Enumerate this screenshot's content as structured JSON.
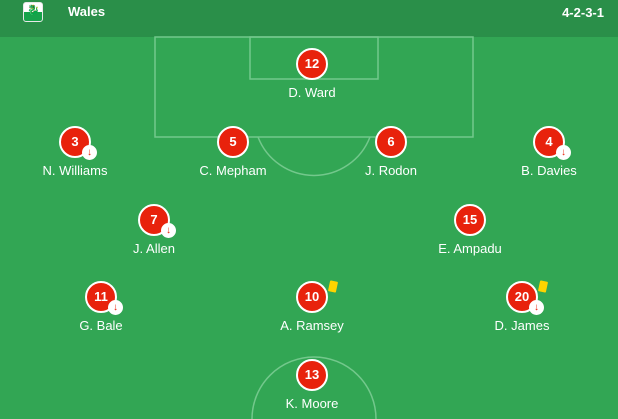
{
  "header": {
    "team": "Wales",
    "formation": "4-2-3-1",
    "flag_icon": "wales-flag-icon"
  },
  "colors": {
    "pitch": "#32a654",
    "header": "#2a8f49",
    "player": "#e8220c",
    "yellow_card": "#ffd400"
  },
  "players": {
    "ward": {
      "number": "12",
      "name": "D. Ward"
    },
    "williams": {
      "number": "3",
      "name": "N. Williams"
    },
    "mepham": {
      "number": "5",
      "name": "C. Mepham"
    },
    "rodon": {
      "number": "6",
      "name": "J. Rodon"
    },
    "davies": {
      "number": "4",
      "name": "B. Davies"
    },
    "allen": {
      "number": "7",
      "name": "J. Allen"
    },
    "ampadu": {
      "number": "15",
      "name": "E. Ampadu"
    },
    "bale": {
      "number": "11",
      "name": "G. Bale"
    },
    "ramsey": {
      "number": "10",
      "name": "A. Ramsey"
    },
    "james": {
      "number": "20",
      "name": "D. James"
    },
    "moore": {
      "number": "13",
      "name": "K. Moore"
    }
  }
}
